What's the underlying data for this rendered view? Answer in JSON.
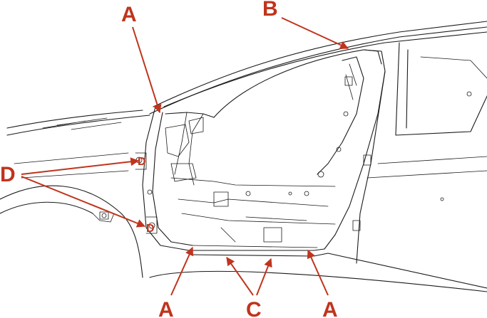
{
  "colors": {
    "callout": "#c0341d",
    "line": "#1a1a1a",
    "background": "#ffffff"
  },
  "labels": {
    "a_top": "A",
    "b": "B",
    "d": "D",
    "a_bottom_left": "A",
    "c": "C",
    "a_bottom_right": "A",
    "d_marker_upper": "D",
    "d_marker_lower": "D"
  }
}
